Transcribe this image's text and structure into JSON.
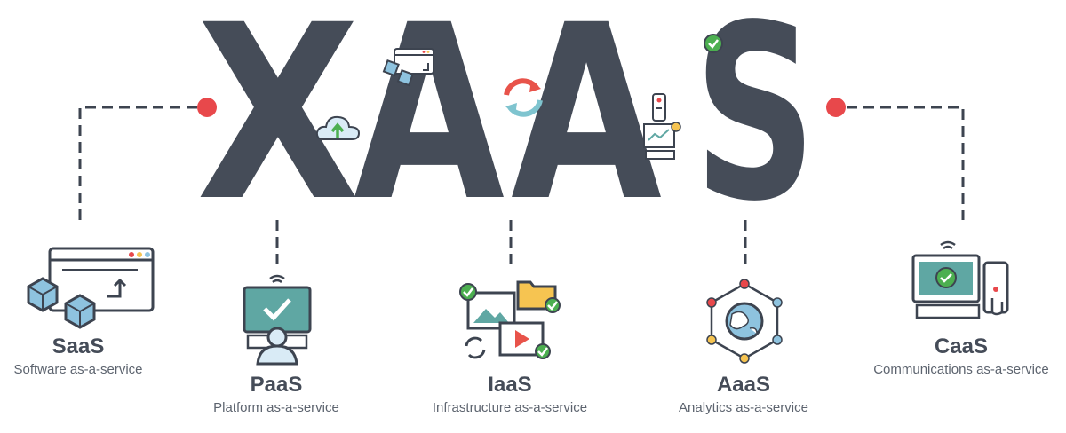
{
  "title": "XAAS",
  "services": [
    {
      "abbr": "SaaS",
      "desc": "Software as-a-service"
    },
    {
      "abbr": "PaaS",
      "desc": "Platform as-a-service"
    },
    {
      "abbr": "IaaS",
      "desc": "Infrastructure as-a-service"
    },
    {
      "abbr": "AaaS",
      "desc": "Analytics as-a-service"
    },
    {
      "abbr": "CaaS",
      "desc": "Communications as-a-service"
    }
  ],
  "colors": {
    "letters": "#454c58",
    "outline": "#3d4450",
    "red_dot": "#e8484b",
    "green": "#4caf50",
    "screen_teal": "#5fa7a3",
    "cube_blue": "#8ec3df",
    "cloud_blue": "#d9ebf6",
    "folder_yellow": "#f6c451",
    "sync_red": "#e8534a",
    "sync_teal": "#7fc4cf"
  },
  "icons": [
    "window-with-cubes-icon",
    "cloud-upload-icon",
    "sync-icon",
    "remote-dashboard-icon",
    "check-icon",
    "monitor-user-icon",
    "media-files-icon",
    "globe-network-icon",
    "monitor-phone-icon",
    "wifi-icon"
  ]
}
